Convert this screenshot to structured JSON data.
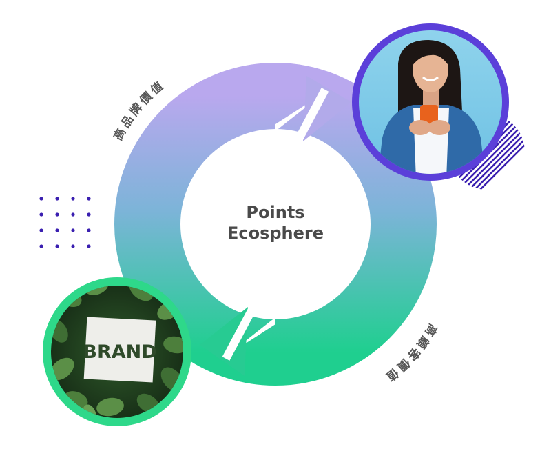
{
  "center": {
    "line1": "Points",
    "line2": "Ecosphere"
  },
  "arc_labels": {
    "top_left": "高品牌價值",
    "bottom_right": "高顧客價值"
  },
  "brand_badge": {
    "text": "BRAND"
  },
  "colors": {
    "gradient_top": "#b9a8ee",
    "gradient_bottom": "#1fcf8f",
    "person_ring": "#5b3fd9",
    "brand_ring": "#2ed88a",
    "dots": "#3a1fb0",
    "stripes": "#3a1fb0",
    "dashed_orbit": "#2ecf8f"
  },
  "icons": {
    "person": "woman-with-phone-photo",
    "brand": "brand-card-on-leaves-photo"
  }
}
